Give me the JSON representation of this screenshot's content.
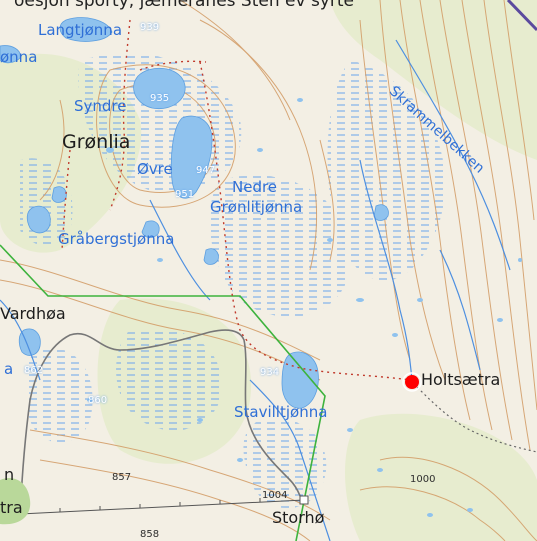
{
  "labels": {
    "top_cut": "oesjon sporty, jæmeranes Sten ev syrte",
    "langtjonna": "Langtjønna",
    "elev_939": "939",
    "left_onna": "ønna",
    "elev_935": "935",
    "syndre": "Syndre",
    "gronlia": "Grønlia",
    "ovre": "Øvre",
    "elev_947": "947",
    "elev_951": "951",
    "nedre_line1": "Nedre",
    "nedre_line2": "Grønlitjønna",
    "grabergstjonna": "Gråbergstjønna",
    "skrammelbekken": "Skrammelbekken",
    "vardhoa": "Vardhøa",
    "elev_862": "862",
    "left_a": "a",
    "elev_934": "934",
    "holtsaetra": "Holtsætra",
    "elev_860": "860",
    "stavilltjonna": "Stavilltjønna",
    "left_n": "n",
    "elev_857": "857",
    "elev_1000": "1000",
    "elev_1004": "1004",
    "left_tra": "tra",
    "storho": "Storhø",
    "elev_858": "858"
  },
  "colors": {
    "terrain": "#f3efe4",
    "forest": "#e7eccf",
    "water": "#8fc2ee",
    "contour": "#d29a63",
    "trail": "#c0392b",
    "boundary": "#3db33d",
    "road": "#777777",
    "marker": "#ff0000"
  }
}
